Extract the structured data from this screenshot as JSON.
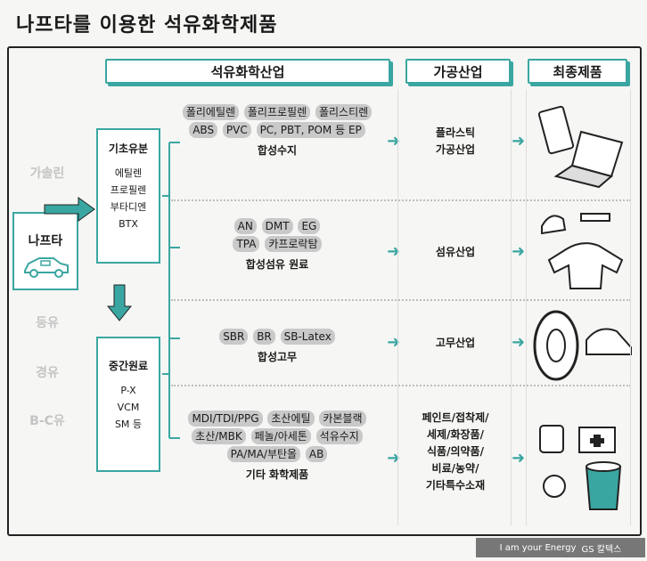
{
  "title": "나프타를 이용한 석유화학제품",
  "headers": {
    "petrochem": "석유화학산업",
    "processing": "가공산업",
    "final": "최종제품"
  },
  "fuels": {
    "gasoline": "가솔린",
    "kerosene": "등유",
    "diesel": "경유",
    "bc_oil": "B-C유"
  },
  "naphtha": "나프타",
  "basic": {
    "title": "기초유분",
    "items": [
      "에틸렌",
      "프로필렌",
      "부타디엔",
      "BTX"
    ]
  },
  "intermediate": {
    "title": "중간원료",
    "items": [
      "P-X",
      "VCM",
      "SM 등"
    ]
  },
  "rows": [
    {
      "tags": [
        "폴리에틸렌",
        "폴리프로필렌",
        "폴리스티렌",
        "ABS",
        "PVC",
        "PC, PBT, POM 등 EP"
      ],
      "result": "합성수지",
      "industry": [
        "플라스틱",
        "가공산업"
      ]
    },
    {
      "tags": [
        "AN",
        "DMT",
        "EG",
        "TPA",
        "카프로락탐"
      ],
      "result": "합성섬유 원료",
      "industry": [
        "섬유산업"
      ]
    },
    {
      "tags": [
        "SBR",
        "BR",
        "SB-Latex"
      ],
      "result": "합성고무",
      "industry": [
        "고무산업"
      ]
    },
    {
      "tags": [
        "MDI/TDI/PPG",
        "초산에틸",
        "카본블랙",
        "초산/MBK",
        "페놀/아세톤",
        "석유수지",
        "PA/MA/부탄올",
        "AB"
      ],
      "result": "기타 화학제품",
      "industry": [
        "페인트/접착제/",
        "세제/화장품/",
        "식품/의약품/",
        "비료/농약/",
        "기타특수소재"
      ]
    }
  ],
  "brand": {
    "slogan": "I am your Energy",
    "company": "GS 칼텍스"
  },
  "colors": {
    "accent": "#3aa6a1",
    "tag": "#c9c9c9",
    "fuel": "#c4c4c4"
  }
}
